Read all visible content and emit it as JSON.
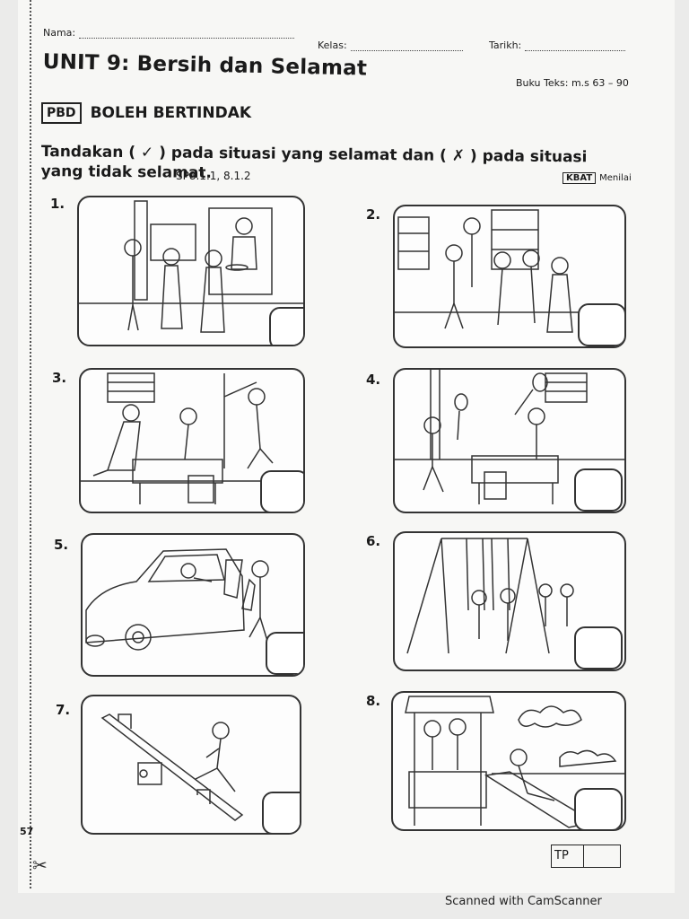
{
  "header": {
    "nama_label": "Nama:",
    "kelas_label": "Kelas:",
    "tarikh_label": "Tarikh:"
  },
  "unit_title": "UNIT 9: Bersih dan Selamat",
  "textbook_ref": "Buku Teks: m.s 63 – 90",
  "pbd_badge": "PBD",
  "section_title": "BOLEH BERTINDAK",
  "instruction": "Tandakan ( ✓ ) pada situasi yang selamat dan ( ✗ ) pada situasi yang tidak selamat.",
  "standards": "SP8.1.1, 8.1.2",
  "kbat_badge": "KBAT",
  "kbat_label": "Menilai",
  "items": [
    {
      "number": "1."
    },
    {
      "number": "2."
    },
    {
      "number": "3."
    },
    {
      "number": "4."
    },
    {
      "number": "5."
    },
    {
      "number": "6."
    },
    {
      "number": "7."
    },
    {
      "number": "8."
    }
  ],
  "page_number": "57",
  "tp_label": "TP",
  "footer": "Scanned with CamScanner"
}
